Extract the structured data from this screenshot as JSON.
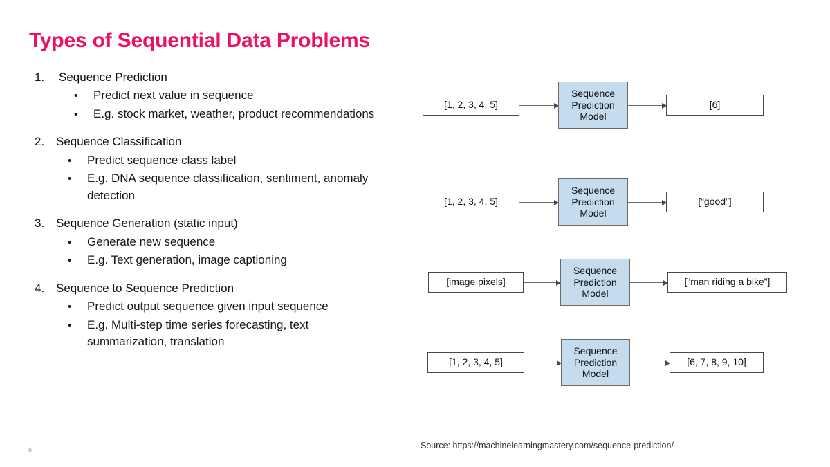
{
  "slide": {
    "title": "Types of Sequential Data Problems",
    "title_color": "#ED1164",
    "page_number": "4",
    "source_note": "Source: https://machinelearningmastery.com/sequence-prediction/"
  },
  "content": {
    "items": [
      {
        "number": "1.",
        "title": "Sequence Prediction",
        "bullets": [
          "Predict next value in sequence",
          "E.g. stock market, weather, product recommendations"
        ]
      },
      {
        "number": "2.",
        "title": "Sequence Classification",
        "bullets": [
          "Predict sequence class label",
          "E.g. DNA sequence classification, sentiment, anomaly detection"
        ]
      },
      {
        "number": "3.",
        "title": "Sequence Generation (static input)",
        "bullets": [
          "Generate new sequence",
          "E.g. Text generation, image captioning"
        ]
      },
      {
        "number": "4.",
        "title": "Sequence to Sequence Prediction",
        "bullets": [
          "Predict output sequence given input sequence",
          "E.g. Multi-step time series forecasting, text summarization, translation"
        ]
      }
    ],
    "bullet_glyph": "•"
  },
  "diagram": {
    "model_box_color": "#C5DCEF",
    "border_color": "#4a4a4a",
    "arrow_color": "#6b6b6b",
    "model_label_lines": [
      "Sequence",
      "Prediction",
      "Model"
    ],
    "rows": [
      {
        "name": "sequence-prediction",
        "input": "[1, 2, 3, 4, 5]",
        "model": [
          "Sequence",
          "Prediction",
          "Model"
        ],
        "output": "[6]"
      },
      {
        "name": "sequence-classification",
        "input": "[1, 2, 3, 4, 5]",
        "model": [
          "Sequence",
          "Prediction",
          "Model"
        ],
        "output": "[“good”]"
      },
      {
        "name": "sequence-generation",
        "input": "[image pixels]",
        "model": [
          "Sequence",
          "Prediction",
          "Model"
        ],
        "output": "[“man riding a bike”]"
      },
      {
        "name": "sequence-to-sequence",
        "input": "[1, 2, 3, 4, 5]",
        "model": [
          "Sequence",
          "Prediction",
          "Model"
        ],
        "output": "[6, 7, 8, 9, 10]"
      }
    ]
  }
}
